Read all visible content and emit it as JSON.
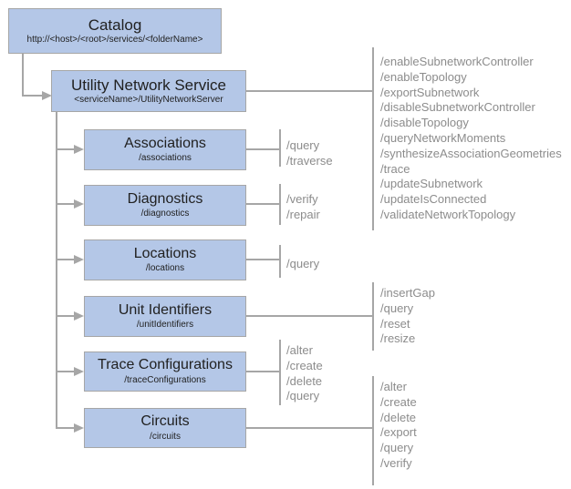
{
  "colors": {
    "box_fill": "#b4c7e7",
    "box_border": "#a6a6a6",
    "connector": "#a6a6a6",
    "box_text": "#212121",
    "operation_text": "#8c8c8c"
  },
  "nodes": {
    "catalog": {
      "title": "Catalog",
      "subtitle": "http://<host>/<root>/services/<folderName>"
    },
    "service": {
      "title": "Utility Network Service",
      "subtitle": "<serviceName>/UtilityNetworkServer"
    },
    "children": [
      {
        "title": "Associations",
        "subtitle": "/associations"
      },
      {
        "title": "Diagnostics",
        "subtitle": "/diagnostics"
      },
      {
        "title": "Locations",
        "subtitle": "/locations"
      },
      {
        "title": "Unit Identifiers",
        "subtitle": "/unitIdentifiers"
      },
      {
        "title": "Trace Configurations",
        "subtitle": "/traceConfigurations"
      },
      {
        "title": "Circuits",
        "subtitle": "/circuits"
      }
    ]
  },
  "operations": {
    "service": [
      "/enableSubnetworkController",
      "/enableTopology",
      "/exportSubnetwork",
      "/disableSubnetworkController",
      "/disableTopology",
      "/queryNetworkMoments",
      "/synthesizeAssociationGeometries",
      "/trace",
      "/updateSubnetwork",
      "/updateIsConnected",
      "/validateNetworkTopology"
    ],
    "associations": [
      "/query",
      "/traverse"
    ],
    "diagnostics": [
      "/verify",
      "/repair"
    ],
    "locations": [
      "/query"
    ],
    "unit_identifiers": [
      "/insertGap",
      "/query",
      "/reset",
      "/resize"
    ],
    "trace_configurations": [
      "/alter",
      "/create",
      "/delete",
      "/query"
    ],
    "circuits": [
      "/alter",
      "/create",
      "/delete",
      "/export",
      "/query",
      "/verify"
    ]
  }
}
